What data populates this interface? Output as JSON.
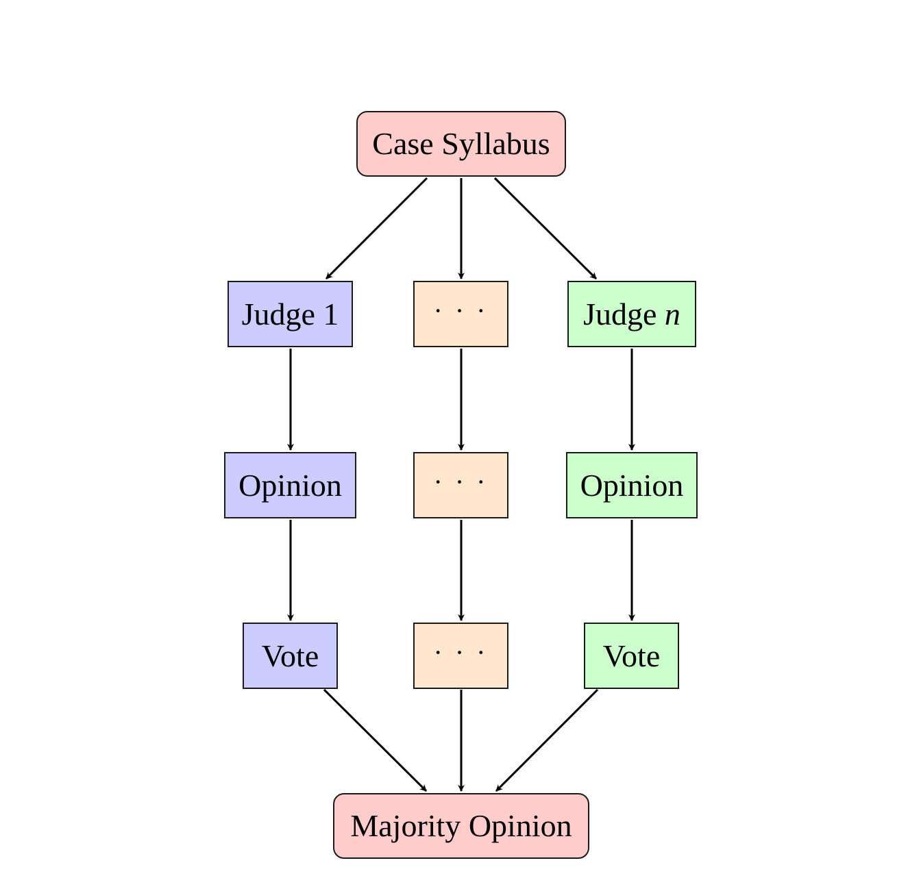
{
  "colors": {
    "red_fill": "#ffcccc",
    "blue_fill": "#ccccff",
    "orange_fill": "#ffe6cc",
    "green_fill": "#ccffcc",
    "border": "#1a1a1a",
    "arrow": "#000000"
  },
  "nodes": {
    "syllabus": {
      "label": "Case Syllabus"
    },
    "judge_1": {
      "label": "Judge 1"
    },
    "judge_mid": {
      "label": "· · ·"
    },
    "judge_n": {
      "label": "Judge ",
      "math": "n"
    },
    "opinion_1": {
      "label": "Opinion"
    },
    "opinion_mid": {
      "label": "· · ·"
    },
    "opinion_n": {
      "label": "Opinion"
    },
    "vote_1": {
      "label": "Vote"
    },
    "vote_mid": {
      "label": "· · ·"
    },
    "vote_n": {
      "label": "Vote"
    },
    "majority": {
      "label": "Majority Opinion"
    }
  }
}
